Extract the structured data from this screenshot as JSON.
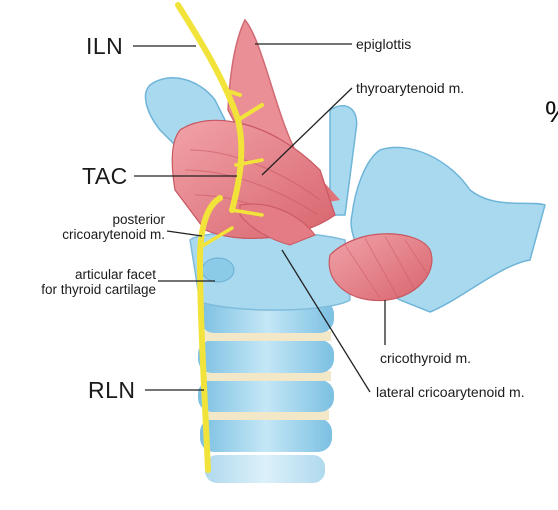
{
  "labels": {
    "iln": "ILN",
    "tac": "TAC",
    "rln": "RLN",
    "pca_line1": "posterior",
    "pca_line2": "cricoarytenoid m.",
    "facet_line1": "articular facet",
    "facet_line2": "for thyroid cartilage",
    "epiglottis": "epiglottis",
    "thyroarytenoid": "thyroarytenoid m.",
    "cricothyroid": "cricothyroid m.",
    "lateral_ca": "lateral cricoarytenoid m.",
    "edge_symbol": "%"
  },
  "colors": {
    "cartilage_blue": "#a9d9ee",
    "cartilage_blue_dark": "#6fb5d8",
    "muscle_pink": "#e8838c",
    "muscle_dark": "#c95761",
    "nerve_yellow": "#f2e33a",
    "ring_beige": "#f2e8c8"
  }
}
